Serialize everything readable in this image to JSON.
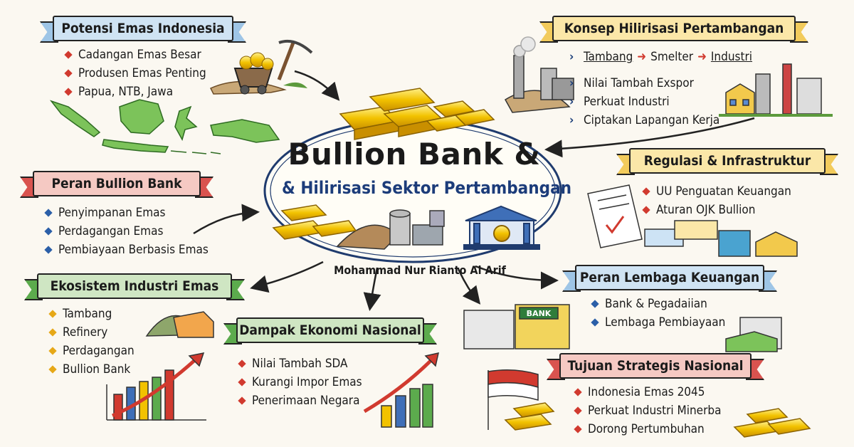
{
  "title": "Bullion Bank &",
  "subtitle": "& Hilirisasi Sektor Pertambangan",
  "author": "Mohammad Nur Rianto Al Arif",
  "sections": {
    "potensi": {
      "heading": "Potensi Emas Indonesia",
      "items": [
        "Cadangan Emas Besar",
        "Produsen Emas Penting",
        "Papua, NTB, Jawa"
      ]
    },
    "konsep": {
      "heading": "Konsep Hilirisasi Pertambangan",
      "flow": [
        "Tambang",
        "Smelter",
        "Industri"
      ],
      "items": [
        "Nilai Tambah Exspor",
        "Perkuat Industri",
        "Ciptakan Lapangan Kerja"
      ]
    },
    "peran_bullion": {
      "heading": "Peran Bullion Bank",
      "items": [
        "Penyimpanan Emas",
        "Perdagangan Emas",
        "Pembiayaan Berbasis Emas"
      ]
    },
    "regulasi": {
      "heading": "Regulasi & Infrastruktur",
      "items": [
        "UU Penguatan Keuangan",
        "Aturan OJK Bullion"
      ]
    },
    "ekosistem": {
      "heading": "Ekosistem Industri Emas",
      "items": [
        "Tambang",
        "Refinery",
        "Perdagangan",
        "Bullion Bank"
      ]
    },
    "dampak": {
      "heading": "Dampak Ekonomi Nasional",
      "items": [
        "Nilai Tambah SDA",
        "Kurangi Impor Emas",
        "Penerimaan Negara"
      ]
    },
    "lembaga": {
      "heading": "Peran Lembaga Keuangan",
      "items": [
        "Bank & Pegadaiian",
        "Lembaga Pembiayaan"
      ]
    },
    "tujuan": {
      "heading": "Tujuan Strategis Nasional",
      "items": [
        "Indonesia Emas 2045",
        "Perkuat Industri Minerba",
        "Dorong Pertumbuhan"
      ]
    }
  },
  "illustration_labels": {
    "bank_sign": "BANK"
  },
  "colors": {
    "gold": "#f2c200",
    "red_bullet": "#d13a2f",
    "blue_bullet": "#2b5fa8",
    "yellow_bullet": "#e6a817",
    "subtitle": "#1c3c7a"
  },
  "icons": [
    "indonesia-map-icon",
    "mining-cart-icon",
    "gold-bars-icon",
    "smelter-icon",
    "factory-icon",
    "bank-building-icon",
    "document-icon",
    "growth-chart-icon",
    "indonesia-flag-icon"
  ]
}
